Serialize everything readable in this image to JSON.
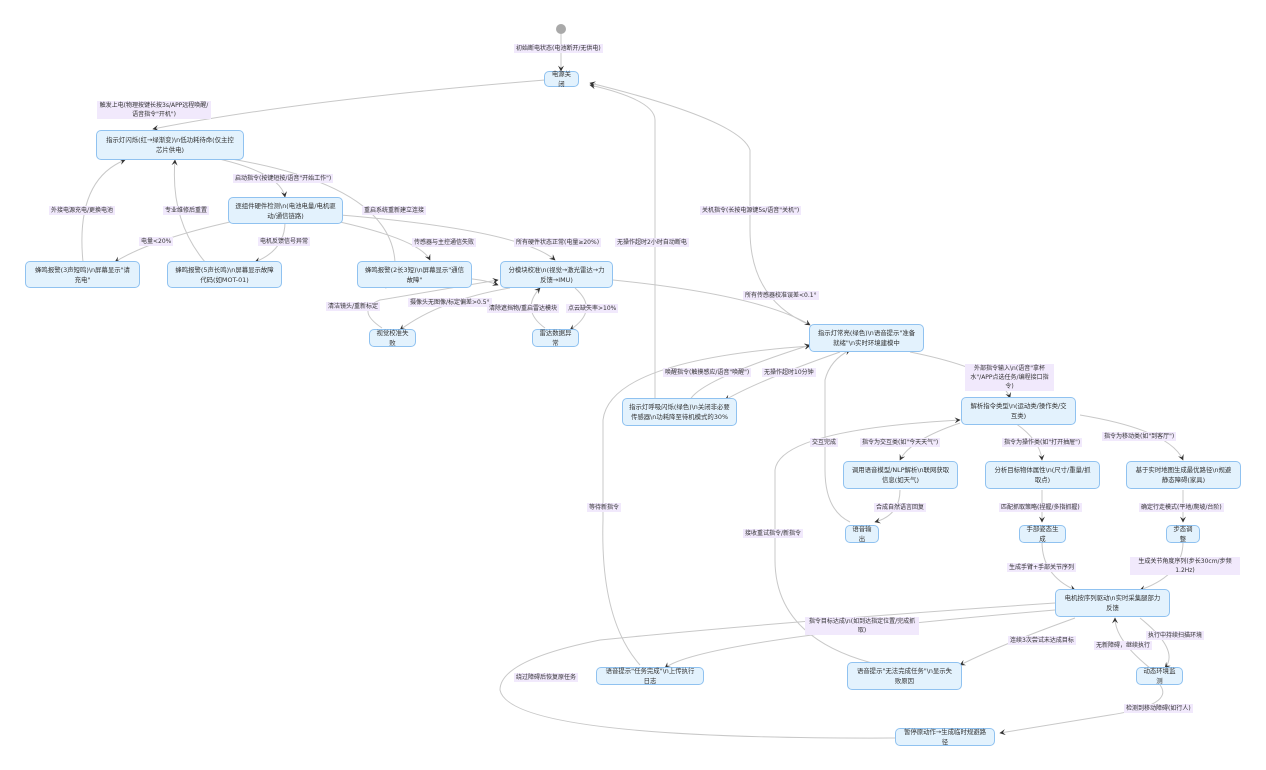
{
  "diagram": {
    "type": "state-diagram",
    "colors": {
      "node_fill": "#e3f2fd",
      "node_border": "#90c2f0",
      "edge": "#c8c8c8",
      "label_bg": "#f1e9fc",
      "start": "#a9a9a9"
    },
    "start_label": "初始断电状态(电池断开/无供电)",
    "nodes": {
      "power_off": "电源关闭",
      "standby": "指示灯闪烁(红→绿渐变)\\n低功耗待命(仅主控芯片供电)",
      "hw_check": "逐组件硬件检测\\n(电池电量/电机驱动/通信链路)",
      "alarm_battery": "蜂鸣报警(3声短鸣)\\n屏幕显示\"请充电\"",
      "alarm_motor": "蜂鸣报警(5声长鸣)\\n屏幕显示故障代码(如MOT-01)",
      "alarm_comm": "蜂鸣报警(2长3短)\\n屏幕显示\"通信故障\"",
      "calibration": "分模块校准\\n(视觉→激光雷达→力反馈→IMU)",
      "vision_fail": "视觉校准失败",
      "lidar_fail": "雷达数据异常",
      "ready": "指示灯常亮(绿色)\\n语音提示\"准备就绪\"\\n实时环境建模中",
      "sleep": "指示灯呼吸闪烁(绿色)\\n关闭非必要传感器\\n功耗降至待机模式的30%",
      "parse": "解析指令类型\\n(运动类/操作类/交互类)",
      "nlp": "调用语音模型/NLP解析\\n联网获取信息(如天气)",
      "voice_out": "语音输出",
      "analyze": "分析目标物体属性\\n(尺寸/重量/抓取点)",
      "hand_pose": "手部姿态生成",
      "path_plan": "基于实时地图生成最优路径\\n规避静态障碍(家具)",
      "gait": "步态调整",
      "motor_drive": "电机按序列驱动\\n实时采集腿部力反馈",
      "task_done": "语音提示\"任务完成\"\\n上传执行日志",
      "task_fail": "语音提示\"无法完成任务\"\\n显示失败原因",
      "env_monitor": "动态环境监测",
      "pause_avoid": "暂停原动作→生成临时规避路径"
    },
    "edges": {
      "power_on": "触发上电(物理按键长按3s/APP远程唤醒/语音指令\"开机\")",
      "start_cmd": "启动指令(按键短按/语音\"开始工作\")",
      "ext_charge": "外接电源充电/更换电池",
      "pro_repair": "专业维修后重置",
      "restart_reconnect": "重启系统重新建立连接",
      "battery_low": "电量<20%",
      "motor_abnormal": "电机反馈信号异常",
      "comm_fail": "传感器与主控通信失败",
      "all_ok": "所有硬件状态正常(电量≥20%)",
      "idle_2h": "无操作超时2小时自动断电",
      "shutdown": "关机指令(长按电源键5s/语音\"关机\")",
      "clean_lens": "清洁镜头/重新标定",
      "camera_err": "摄像头无图像/标定偏差>0.5°",
      "clear_obstacle": "清除遮挡物/重启雷达模块",
      "cloud_loss": "点云缺失率>10%",
      "calib_ok": "所有传感器校准误差<0.1°",
      "wake": "唤醒指令(触摸感应/语音\"唤醒\")",
      "idle_10m": "无操作超时10分钟",
      "external_cmd": "外部指令输入\\n(语音\"拿杯水\"/APP点选任务/编程接口指令)",
      "interact_cmd": "指令为交互类(如\"今天天气\")",
      "operate_cmd": "指令为操作类(如\"打开抽屉\")",
      "move_cmd": "指令为移动类(如\"到客厅\")",
      "interact_done": "交互完成",
      "synth_reply": "合成自然语言回复",
      "grasp_strategy": "匹配抓取策略(捏握/多指抓握)",
      "walk_mode": "确定行走模式(平地/爬坡/台阶)",
      "arm_seq": "生成手臂+手部关节序列",
      "joint_seq": "生成关节角度序列(步长30cm/步频1.2Hz)",
      "wait_new": "等待新指令",
      "retry_cmd": "接收重试指令/新指令",
      "goal_reached": "指令目标达成\\n(如到达指定位置/完成抓取)",
      "three_fails": "连续3次尝试未达成目标",
      "keep_scan": "执行中持续扫描环境",
      "no_obstacle": "无新障碍，继续执行",
      "moving_obstacle": "检测到移动障碍(如行人)",
      "resume_task": "绕过障碍后恢复原任务"
    }
  }
}
